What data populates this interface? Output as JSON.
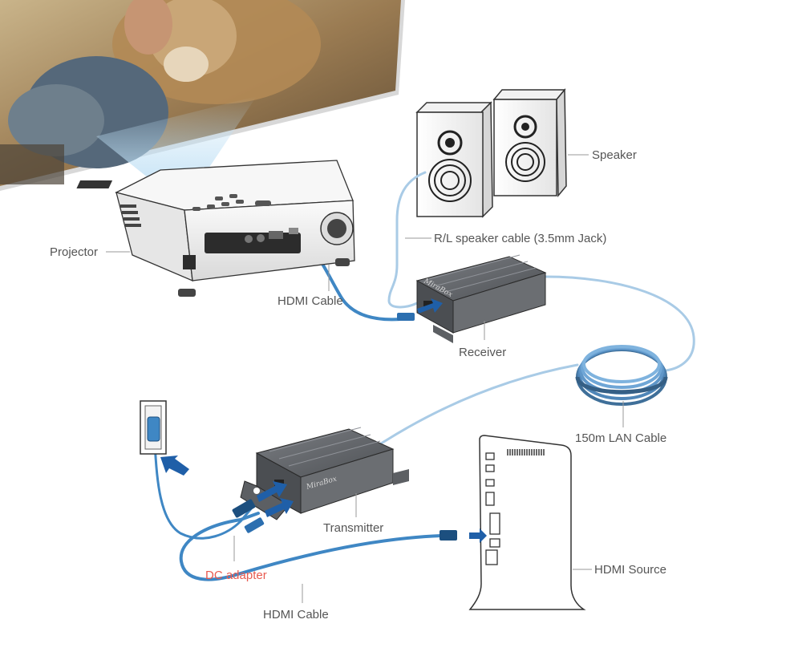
{
  "labels": {
    "projector": "Projector",
    "speaker": "Speaker",
    "speaker_cable": "R/L speaker cable (3.5mm Jack)",
    "hdmi_cable_top": "HDMI Cable",
    "receiver": "Receiver",
    "lan_cable": "150m LAN Cable",
    "transmitter": "Transmitter",
    "dc_adapter": "DC adapter",
    "hdmi_source": "HDMI Source",
    "hdmi_cable_bottom": "HDMI Cable"
  },
  "brand": "MiraBox",
  "colors": {
    "cable_blue": "#3f87c4",
    "lan_blue": "#a9cbe6",
    "device_dark": "#5c5f63",
    "arrow_blue": "#1f5fa8",
    "accent_red": "#e85a4f"
  }
}
